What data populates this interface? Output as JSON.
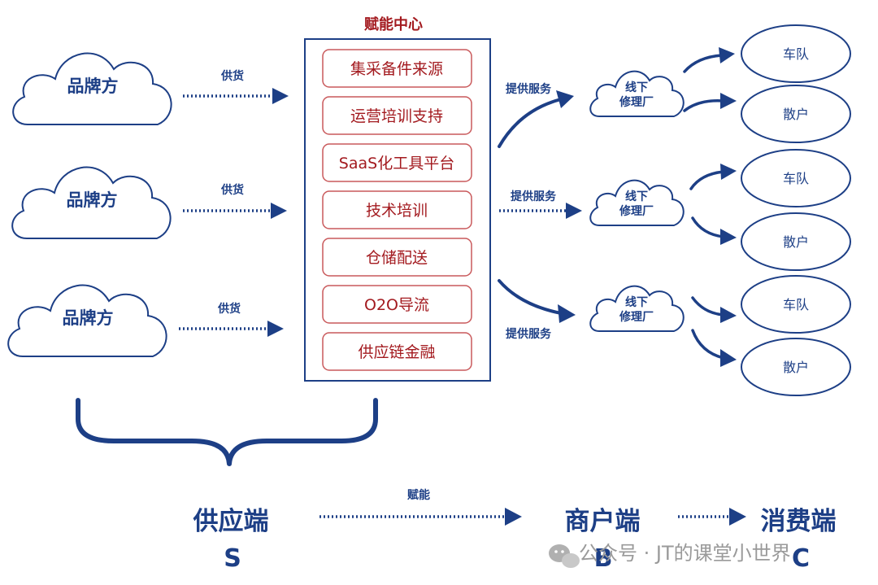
{
  "hub": {
    "title": "赋能中心",
    "items": [
      "集采备件来源",
      "运营培训支持",
      "SaaS化工具平台",
      "技术培训",
      "仓储配送",
      "O2O导流",
      "供应链金融"
    ]
  },
  "brands": [
    "品牌方",
    "品牌方",
    "品牌方"
  ],
  "supply_label": "供货",
  "service_label": "提供服务",
  "repair": {
    "line1": "线下",
    "line2": "修理厂"
  },
  "customers": {
    "fleet": "车队",
    "individual": "散户"
  },
  "bottom": {
    "supply_end": "供应端",
    "supply_letter": "S",
    "merchant_end": "商户端",
    "merchant_letter": "B",
    "consumer_end": "消费端",
    "consumer_letter": "C",
    "empower_label": "赋能"
  },
  "watermark": "公众号 · JT的课堂小世界",
  "colors": {
    "navy": "#1d3f86",
    "red": "#a31a1f",
    "box_border": "#c9595b"
  }
}
